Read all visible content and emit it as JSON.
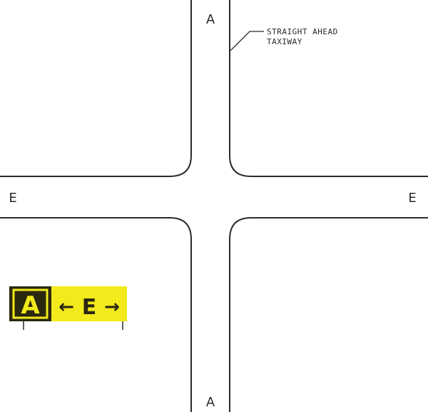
{
  "labels": {
    "taxiway_north": "A",
    "taxiway_south": "A",
    "taxiway_west": "E",
    "taxiway_east": "E"
  },
  "callout": {
    "line1": "STRAIGHT AHEAD",
    "line2": "TAXIWAY"
  },
  "sign": {
    "location_letter": "A",
    "direction_letter": "E",
    "arrow_left": "←",
    "arrow_right": "→",
    "colors": {
      "direction_background": "#f2ea1a",
      "legend": "#2b2810",
      "location_background": "#2b2810",
      "location_letter": "#f2ea1a"
    }
  },
  "colors": {
    "pavement_edge": "#2a2a2a",
    "background": "#ffffff"
  }
}
